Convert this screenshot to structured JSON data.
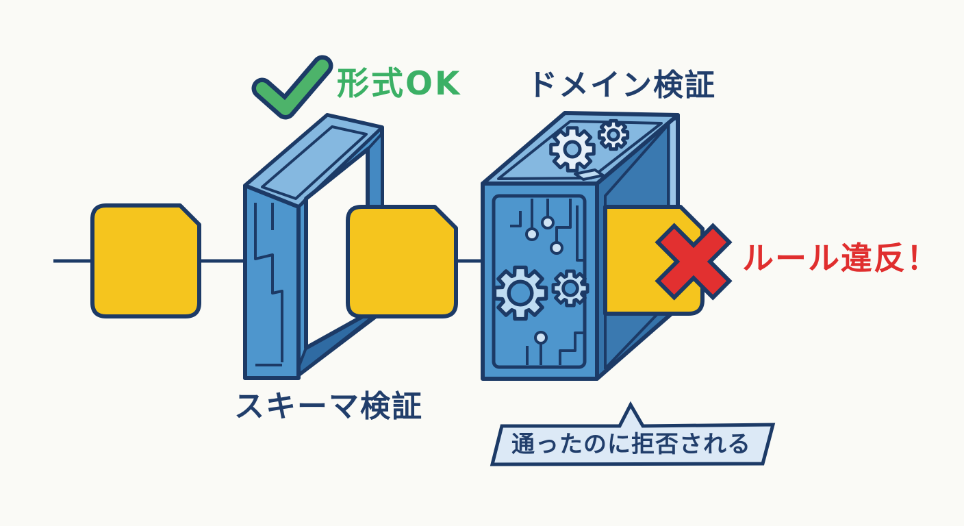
{
  "diagram": {
    "title_none_visible": "",
    "background_color": "#FAFAF6",
    "palette": {
      "outline_navy": "#1C3A66",
      "text_navy": "#213E6B",
      "doc_yellow": "#F5C51E",
      "face_blue": "#4E96CD",
      "top_face_blue": "#85B8E0",
      "interior_blue": "#3573AA",
      "gear_light_blue": "#BFDCF2",
      "pass_green": "#4DB36A",
      "pass_text_green": "#3BB065",
      "fail_red": "#E23030",
      "fail_text_red": "#E02E2E",
      "callout_fill": "#DCE9F6"
    },
    "flow": {
      "documents": [
        "input-document",
        "validated-document",
        "rejected-document"
      ]
    },
    "stages": {
      "schema": {
        "label": "スキーマ検証",
        "status_label": "形式OK",
        "status": "pass",
        "status_icon": "checkmark-icon"
      },
      "domain": {
        "label": "ドメイン検証",
        "status_label": "ルール違反！",
        "status": "fail",
        "status_icon": "cross-icon"
      }
    },
    "callout": {
      "text": "通ったのに拒否される"
    },
    "icons": {
      "checkmark": "checkmark-icon",
      "cross": "cross-icon",
      "gears_top": "gear-icon",
      "gears_front": "gear-icon",
      "documents": "document-icon"
    }
  }
}
